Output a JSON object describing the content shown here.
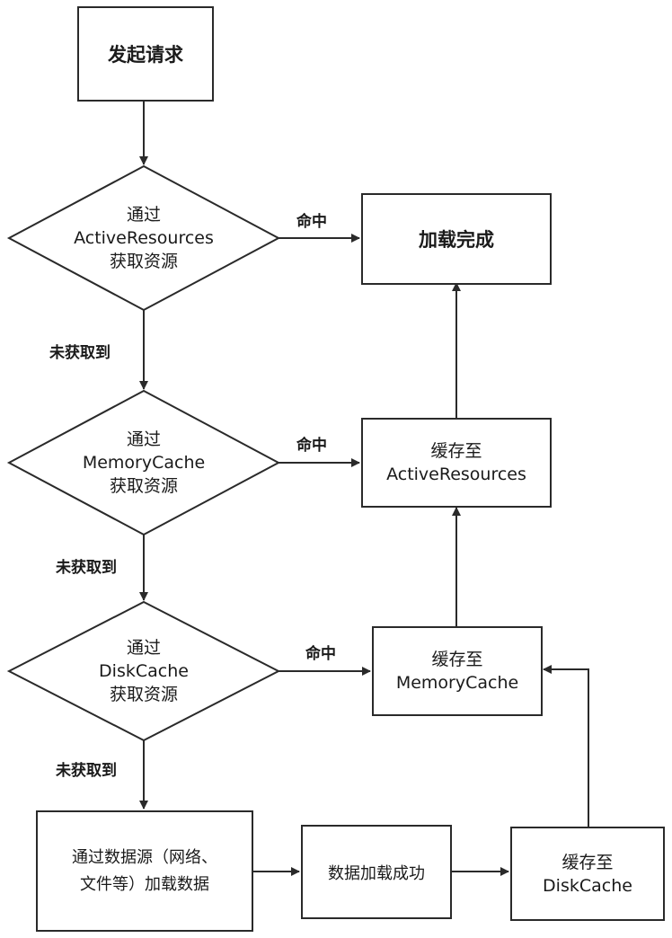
{
  "nodes": {
    "start": "发起请求",
    "d1": [
      "通过",
      "ActiveResources",
      "获取资源"
    ],
    "d2": [
      "通过",
      "MemoryCache",
      "获取资源"
    ],
    "d3": [
      "通过",
      "DiskCache",
      "获取资源"
    ],
    "done": "加载完成",
    "cache_active": [
      "缓存至",
      "ActiveResources"
    ],
    "cache_memory": [
      "缓存至",
      "MemoryCache"
    ],
    "source": [
      "通过数据源（网络、",
      "文件等）加载数据"
    ],
    "success": "数据加载成功",
    "cache_disk": [
      "缓存至",
      "DiskCache"
    ]
  },
  "edge_labels": {
    "hit": "命中",
    "miss": "未获取到"
  }
}
